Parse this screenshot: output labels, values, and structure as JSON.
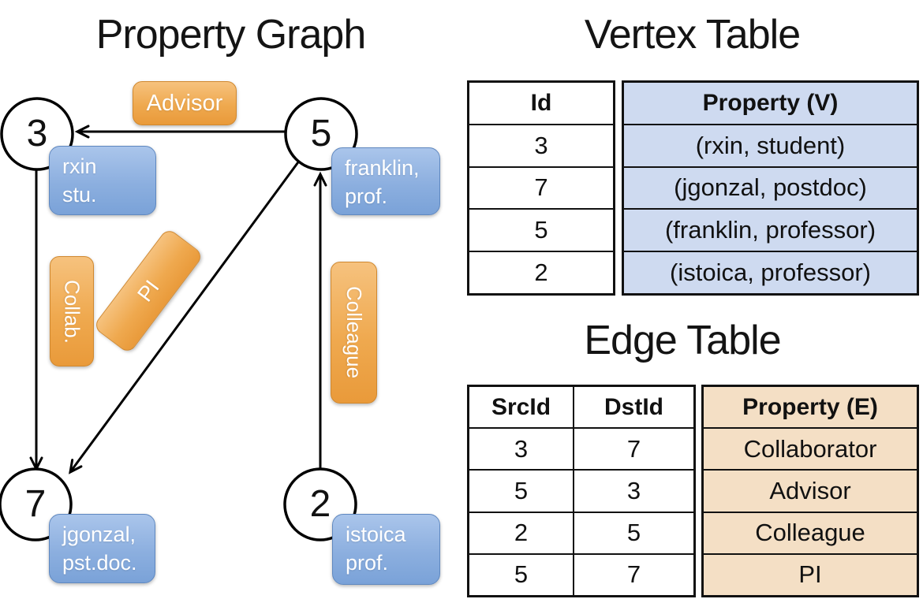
{
  "titles": {
    "graph": "Property Graph",
    "vertex_table": "Vertex Table",
    "edge_table": "Edge Table"
  },
  "graph": {
    "nodes": [
      {
        "id": "3",
        "property": "rxin\nstu."
      },
      {
        "id": "5",
        "property": "franklin,\nprof."
      },
      {
        "id": "7",
        "property": "jgonzal,\npst.doc."
      },
      {
        "id": "2",
        "property": "istoica\nprof."
      }
    ],
    "edge_labels": [
      {
        "label": "Advisor"
      },
      {
        "label": "Collab."
      },
      {
        "label": "PI"
      },
      {
        "label": "Colleague"
      }
    ]
  },
  "vertex_table": {
    "headers": {
      "id": "Id",
      "property": "Property (V)"
    },
    "rows": [
      {
        "id": "3",
        "property": "(rxin, student)"
      },
      {
        "id": "7",
        "property": "(jgonzal, postdoc)"
      },
      {
        "id": "5",
        "property": "(franklin, professor)"
      },
      {
        "id": "2",
        "property": "(istoica, professor)"
      }
    ]
  },
  "edge_table": {
    "headers": {
      "src": "SrcId",
      "dst": "DstId",
      "property": "Property (E)"
    },
    "rows": [
      {
        "src": "3",
        "dst": "7",
        "property": "Collaborator"
      },
      {
        "src": "5",
        "dst": "3",
        "property": "Advisor"
      },
      {
        "src": "2",
        "dst": "5",
        "property": "Colleague"
      },
      {
        "src": "5",
        "dst": "7",
        "property": "PI"
      }
    ]
  },
  "colors": {
    "edge_label_orange": "#EFA94F",
    "vertex_label_blue": "#8CAFDF",
    "vertex_property_cell_bg": "#CEDAF0",
    "edge_property_cell_bg": "#F4DFC5",
    "line": "#000000"
  }
}
